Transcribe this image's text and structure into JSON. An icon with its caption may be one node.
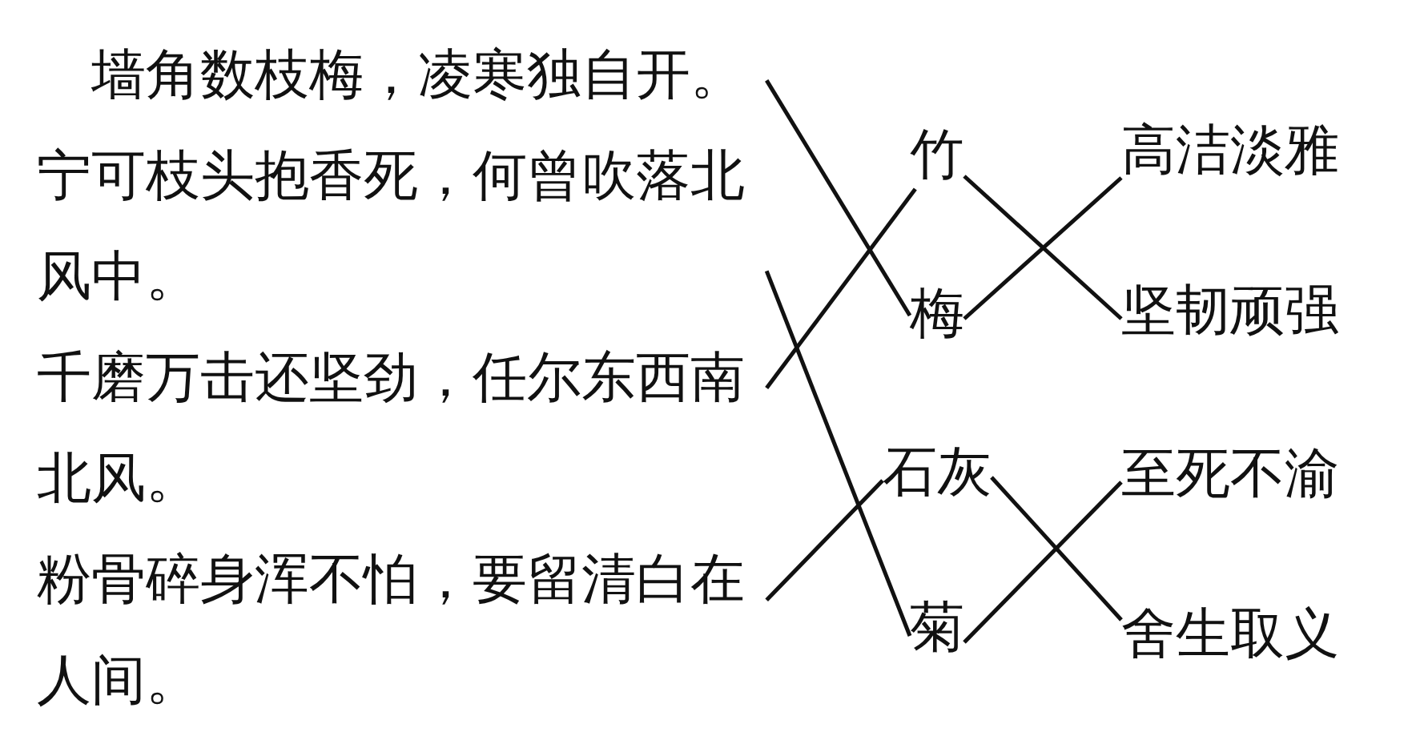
{
  "diagram": {
    "nodes": [
      {
        "text": [
          "墙角数枝梅，凌寒独自开。"
        ]
      },
      {
        "text": [
          "宁可枝头抱香死，何曾吹落北风中。"
        ]
      },
      {
        "text": [
          "千磨万击还坚劲，任尔东西南北风。"
        ]
      },
      {
        "text": [
          "粉骨碎身浑不怕，要留清白在人间。"
        ]
      },
      {
        "text": [
          "竹"
        ]
      },
      {
        "text": [
          "梅"
        ]
      },
      {
        "text": [
          "石灰"
        ]
      },
      {
        "text": [
          "菊"
        ]
      },
      {
        "text": [
          "高洁淡雅"
        ]
      },
      {
        "text": [
          "坚韧顽强"
        ]
      },
      {
        "text": [
          "至死不渝"
        ]
      },
      {
        "text": [
          "舍生取义"
        ]
      }
    ],
    "edges": [
      {
        "from": 0,
        "to": 5,
        "arrow": "none"
      },
      {
        "from": 1,
        "to": 7,
        "arrow": "none"
      },
      {
        "from": 2,
        "to": 4,
        "arrow": "none"
      },
      {
        "from": 3,
        "to": 6,
        "arrow": "none"
      },
      {
        "from": 4,
        "to": 9,
        "arrow": "none"
      },
      {
        "from": 5,
        "to": 8,
        "arrow": "none"
      },
      {
        "from": 6,
        "to": 11,
        "arrow": "none"
      },
      {
        "from": 7,
        "to": 10,
        "arrow": "none"
      }
    ]
  }
}
